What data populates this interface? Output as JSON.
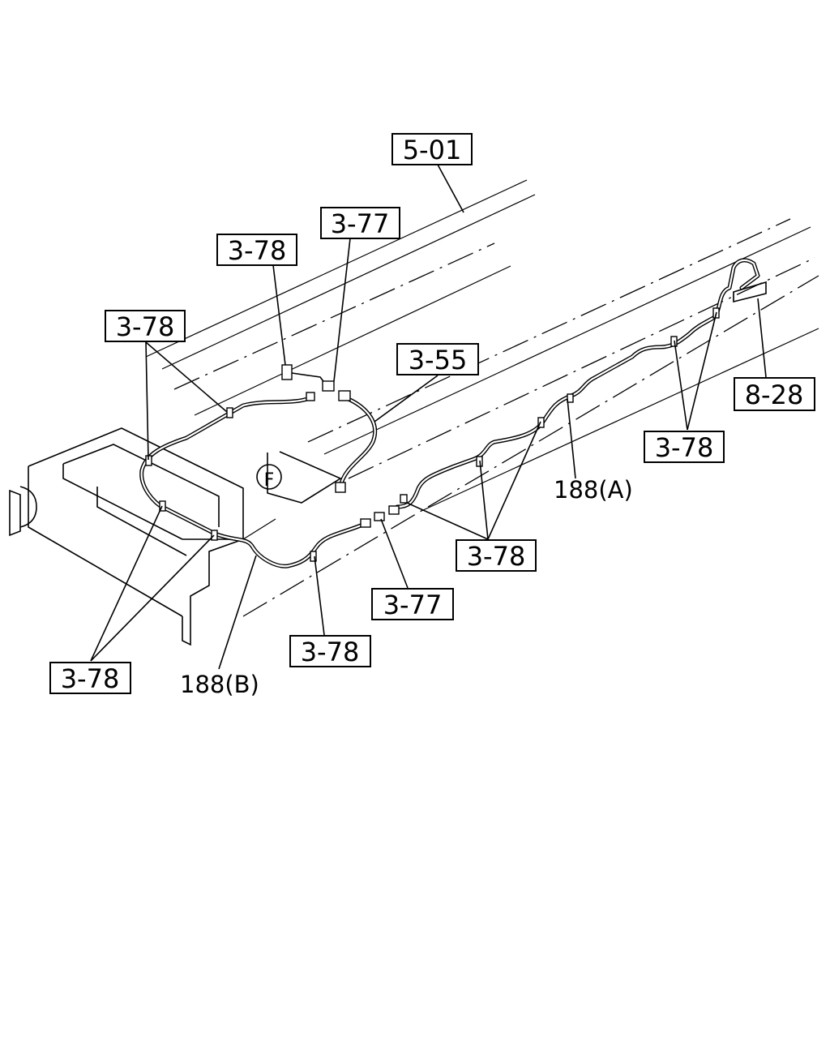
{
  "callouts": {
    "c501": "5-01",
    "c377_top": "3-77",
    "c378_top": "3-78",
    "c378_left": "3-78",
    "c355": "3-55",
    "c828": "8-28",
    "c378_right": "3-78",
    "c378_mid": "3-78",
    "c377_bottom": "3-77",
    "c378_bottom": "3-78",
    "c378_bottom_left": "3-78"
  },
  "labels": {
    "pipe_a": "188(A)",
    "pipe_b": "188(B)",
    "view_marker": "F"
  }
}
